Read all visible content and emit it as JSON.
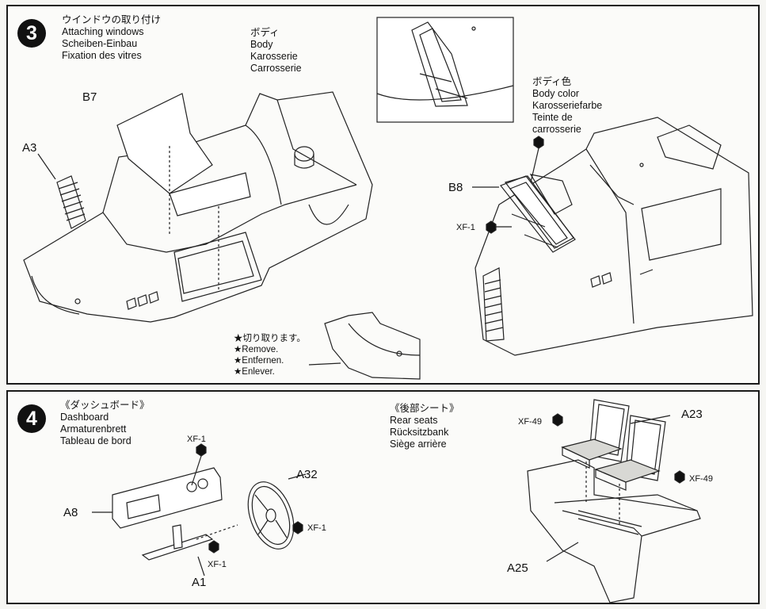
{
  "step3": {
    "number": "3",
    "title": [
      "ウインドウの取り付け",
      "Attaching windows",
      "Scheiben-Einbau",
      "Fixation des vitres"
    ],
    "body_label": [
      "ボディ",
      "Body",
      "Karosserie",
      "Carrosserie"
    ],
    "body_color_label": [
      "ボディ色",
      "Body color",
      "Karosseriefarbe",
      "Teinte de",
      "carrosserie"
    ],
    "remove_label": [
      "★切り取ります。",
      "★Remove.",
      "★Entfernen.",
      "★Enlever."
    ],
    "parts": {
      "b7": "B7",
      "a3": "A3",
      "b8": "B8",
      "xf1": "XF-1"
    }
  },
  "step4": {
    "number": "4",
    "dashboard_title": [
      "《ダッシュボード》",
      "Dashboard",
      "Armaturenbrett",
      "Tableau de bord"
    ],
    "rear_title": [
      "《後部シート》",
      "Rear seats",
      "Rücksitzbank",
      "Siège arrière"
    ],
    "parts": {
      "a8": "A8",
      "a32": "A32",
      "a1": "A1",
      "a23": "A23",
      "a25": "A25",
      "xf1_top": "XF-1",
      "xf1_right": "XF-1",
      "xf1_bottom": "XF-1",
      "xf49_left": "XF-49",
      "xf49_right": "XF-49"
    }
  }
}
